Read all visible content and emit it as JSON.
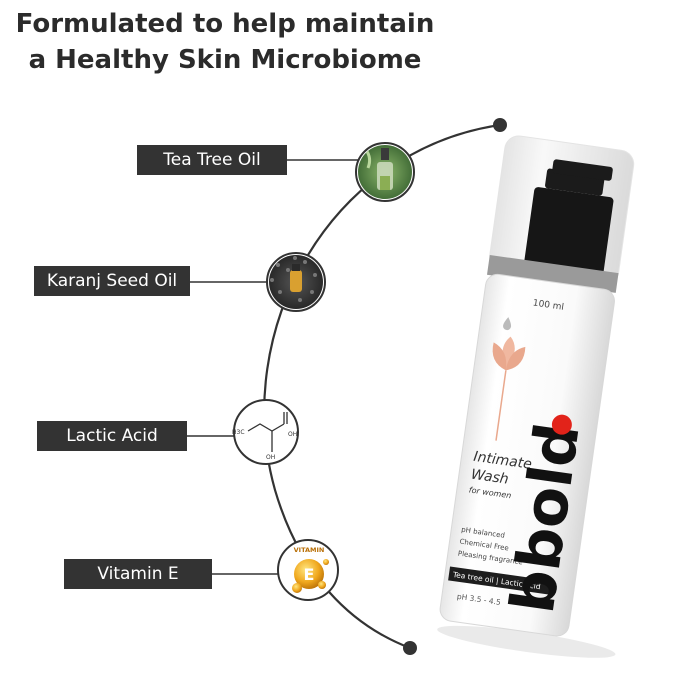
{
  "headline": {
    "line1": "Formulated to help maintain",
    "line2": "a Healthy Skin Microbiome"
  },
  "ingredients": [
    {
      "label": "Tea Tree Oil",
      "icon": "tea-tree-oil-bottle-icon"
    },
    {
      "label": "Karanj Seed Oil",
      "icon": "karanj-seeds-icon"
    },
    {
      "label": "Lactic Acid",
      "icon": "lactic-acid-molecule-icon"
    },
    {
      "label": "Vitamin E",
      "icon": "vitamin-e-capsule-icon"
    }
  ],
  "molecule": {
    "ch3": "H3C",
    "oh_right": "OH",
    "oh_bottom": "OH"
  },
  "vitamin_badge": {
    "title": "VITAMIN",
    "letter": "E"
  },
  "bottle": {
    "volume": "100 ml",
    "brand": "bbold",
    "product_line1": "Intimate",
    "product_line2": "Wash",
    "product_line3": "for women",
    "claims": [
      "pH balanced",
      "Chemical Free",
      "Pleasing fragrance"
    ],
    "ingredients_strip": "Tea tree oil | Lactic acid",
    "ph": "pH 3.5 - 4.5"
  },
  "colors": {
    "label_bg": "#333333",
    "text_dark": "#2b2b2b",
    "brand_red": "#e2231a",
    "lotus": "#f0b8a0"
  }
}
